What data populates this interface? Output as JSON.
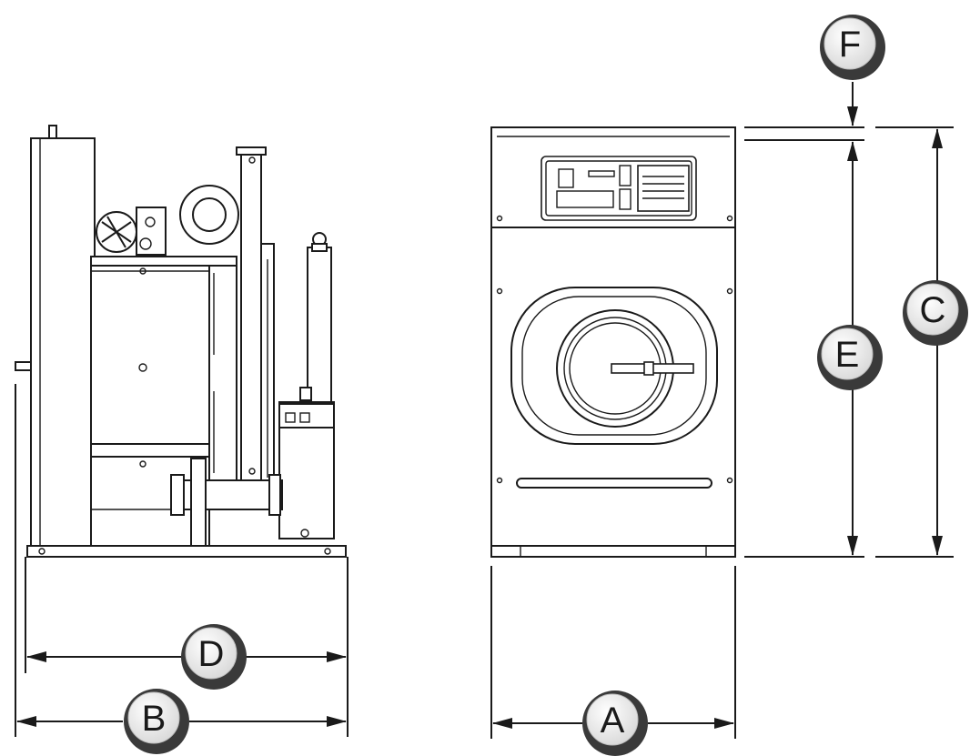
{
  "labels": {
    "A": "A",
    "B": "B",
    "C": "C",
    "D": "D",
    "E": "E",
    "F": "F"
  },
  "icons": {
    "side_view": "dry-cleaning-machine-side-view",
    "front_view": "dry-cleaning-machine-front-view"
  },
  "colors": {
    "line": "#1a1a1a",
    "bubble_ring": "#3a3a3a",
    "bubble_fill": "#ededed"
  }
}
